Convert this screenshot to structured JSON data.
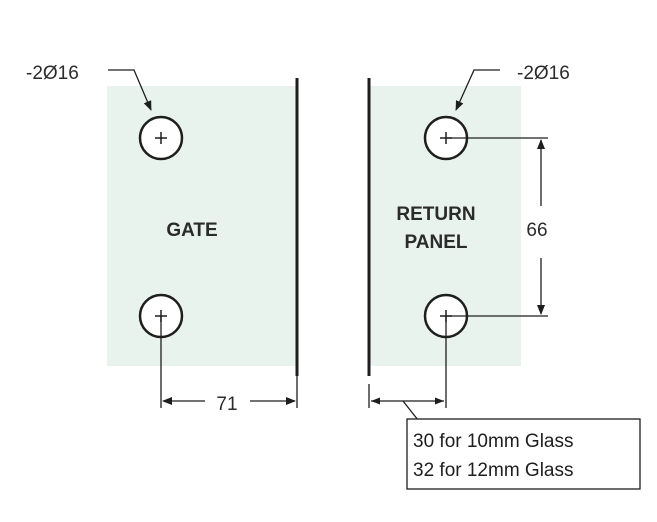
{
  "colors": {
    "panel_fill": "#e8f3ee",
    "line": "#1e1e1e"
  },
  "gate": {
    "label": "GATE",
    "hole_callout": "-2Ø16",
    "offset_dimension": "71"
  },
  "return_panel": {
    "label_line1": "RETURN",
    "label_line2": "PANEL",
    "hole_callout": "-2Ø16",
    "hole_spacing_dimension": "66"
  },
  "note": {
    "line1": "30 for 10mm Glass",
    "line2": "32 for 12mm Glass"
  }
}
